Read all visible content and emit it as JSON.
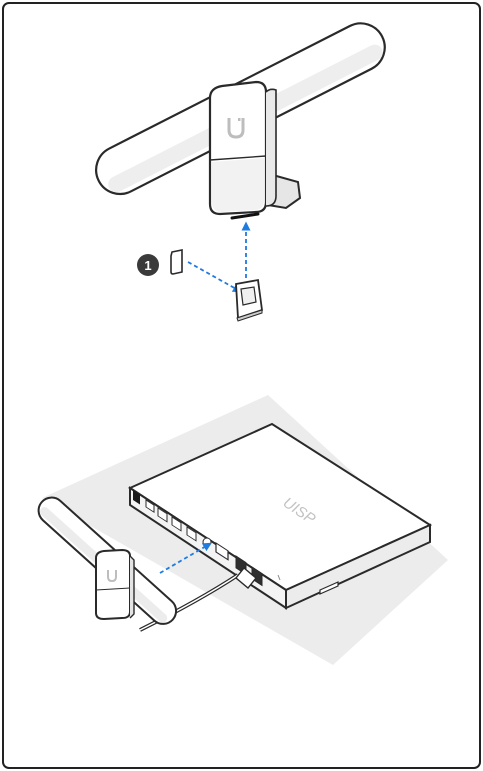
{
  "step_badge": {
    "number": "1"
  },
  "device_logo": {
    "text": "UISP",
    "icon": "ubiquiti-u-logo"
  },
  "colors": {
    "frame": "#222222",
    "outline": "#2a2a2a",
    "device_fill": "#ffffff",
    "device_shade": "#e4e4e4",
    "shadow": "#e7e7e7",
    "accent_arrow": "#1e7be0",
    "badge": "#3a3a3a",
    "dark_panel": "#2f2f2f"
  }
}
